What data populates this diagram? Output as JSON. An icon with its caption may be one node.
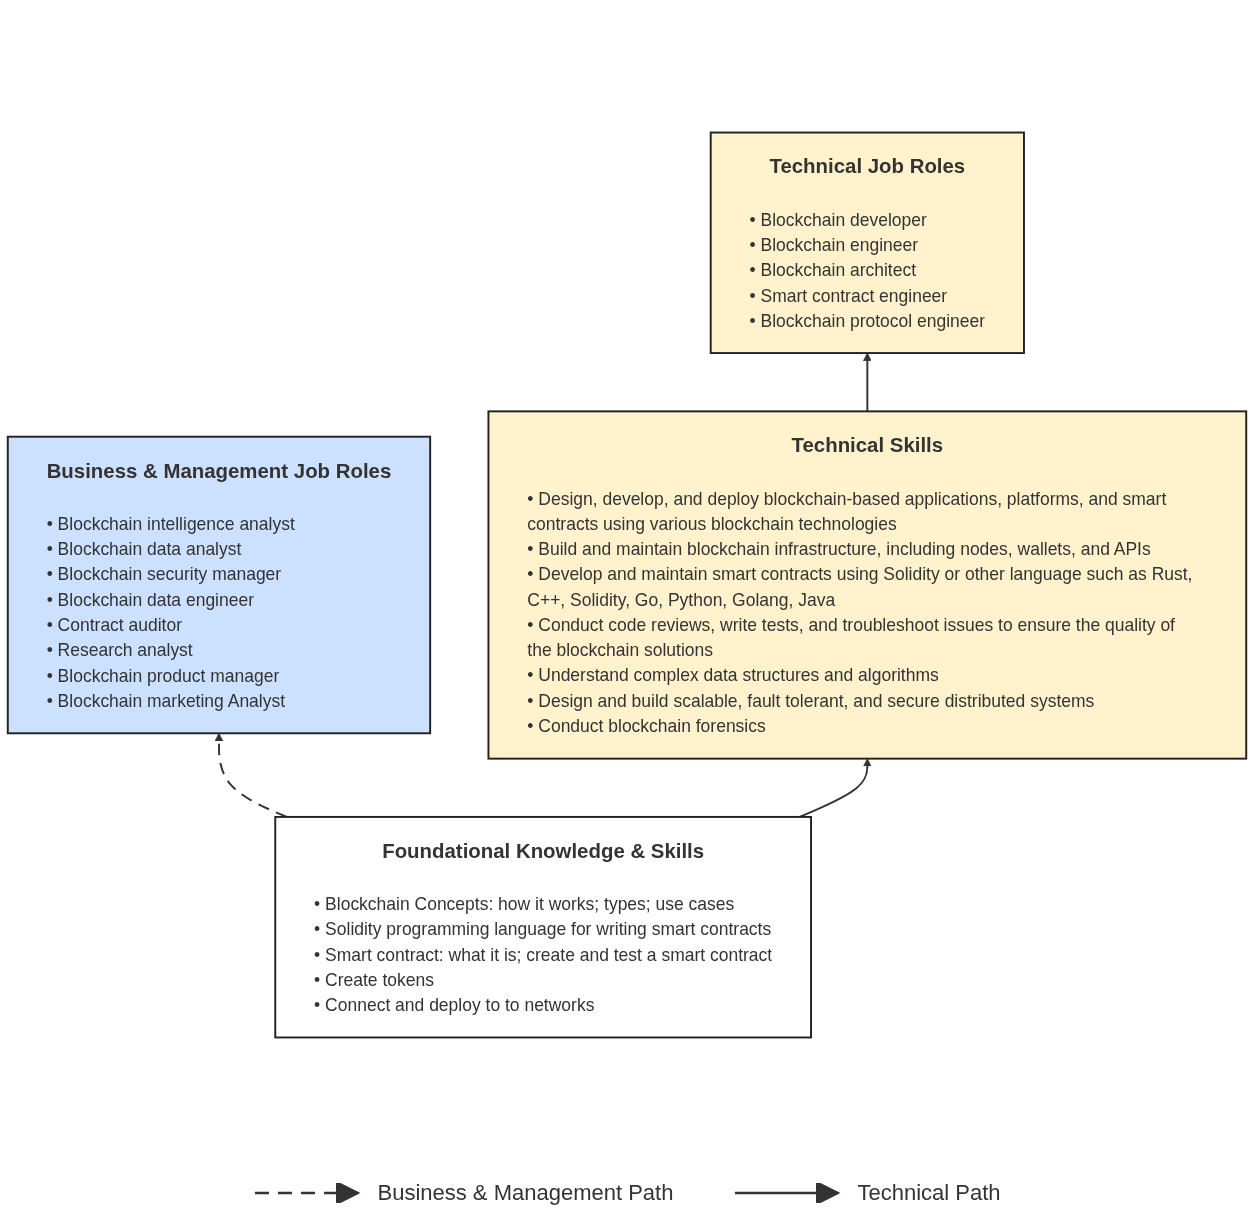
{
  "diagram": {
    "nodes": [
      {
        "text": [
          "Business & Management Job Roles",
          "• Blockchain intelligence analyst",
          "• Blockchain data analyst",
          "• Blockchain security manager",
          "• Blockchain data engineer",
          "• Contract auditor",
          "• Research analyst",
          "• Blockchain product manager",
          "• Blockchain marketing Analyst"
        ]
      },
      {
        "text": [
          "Technical Job Roles",
          "• Blockchain developer",
          "• Blockchain engineer",
          "• Blockchain architect",
          "• Smart contract engineer",
          "• Blockchain protocol engineer"
        ]
      },
      {
        "text": [
          "Technical Skills",
          "• Design, develop, and deploy blockchain-based applications, platforms, and smart contracts using various blockchain technologies",
          "• Build and maintain blockchain infrastructure, including nodes, wallets, and APIs",
          "• Develop and maintain smart contracts using Solidity or other language such as Rust, C++, Solidity, Go, Python, Golang, Java",
          "• Conduct code reviews, write tests, and troubleshoot issues to ensure the quality of the blockchain solutions",
          "• Understand complex data structures and algorithms",
          "• Design and build scalable, fault tolerant, and secure distributed systems",
          "• Conduct blockchain forensics"
        ]
      },
      {
        "text": [
          "Foundational Knowledge & Skills",
          "• Blockchain Concepts: how it works; types; use cases",
          "• Solidity programming language for writing smart contracts",
          "• Smart contract: what it is; create and test a smart contract",
          "• Create tokens",
          "• Connect and deploy to to networks"
        ]
      }
    ],
    "edges": [
      {
        "from": 3,
        "to": 0,
        "arrow": "to",
        "style": "dashed"
      },
      {
        "from": 3,
        "to": 2,
        "arrow": "to"
      },
      {
        "from": 2,
        "to": 1,
        "arrow": "to"
      }
    ],
    "legend": [
      {
        "text": "Business & Management Path"
      },
      {
        "text": "Technical Path"
      }
    ]
  }
}
